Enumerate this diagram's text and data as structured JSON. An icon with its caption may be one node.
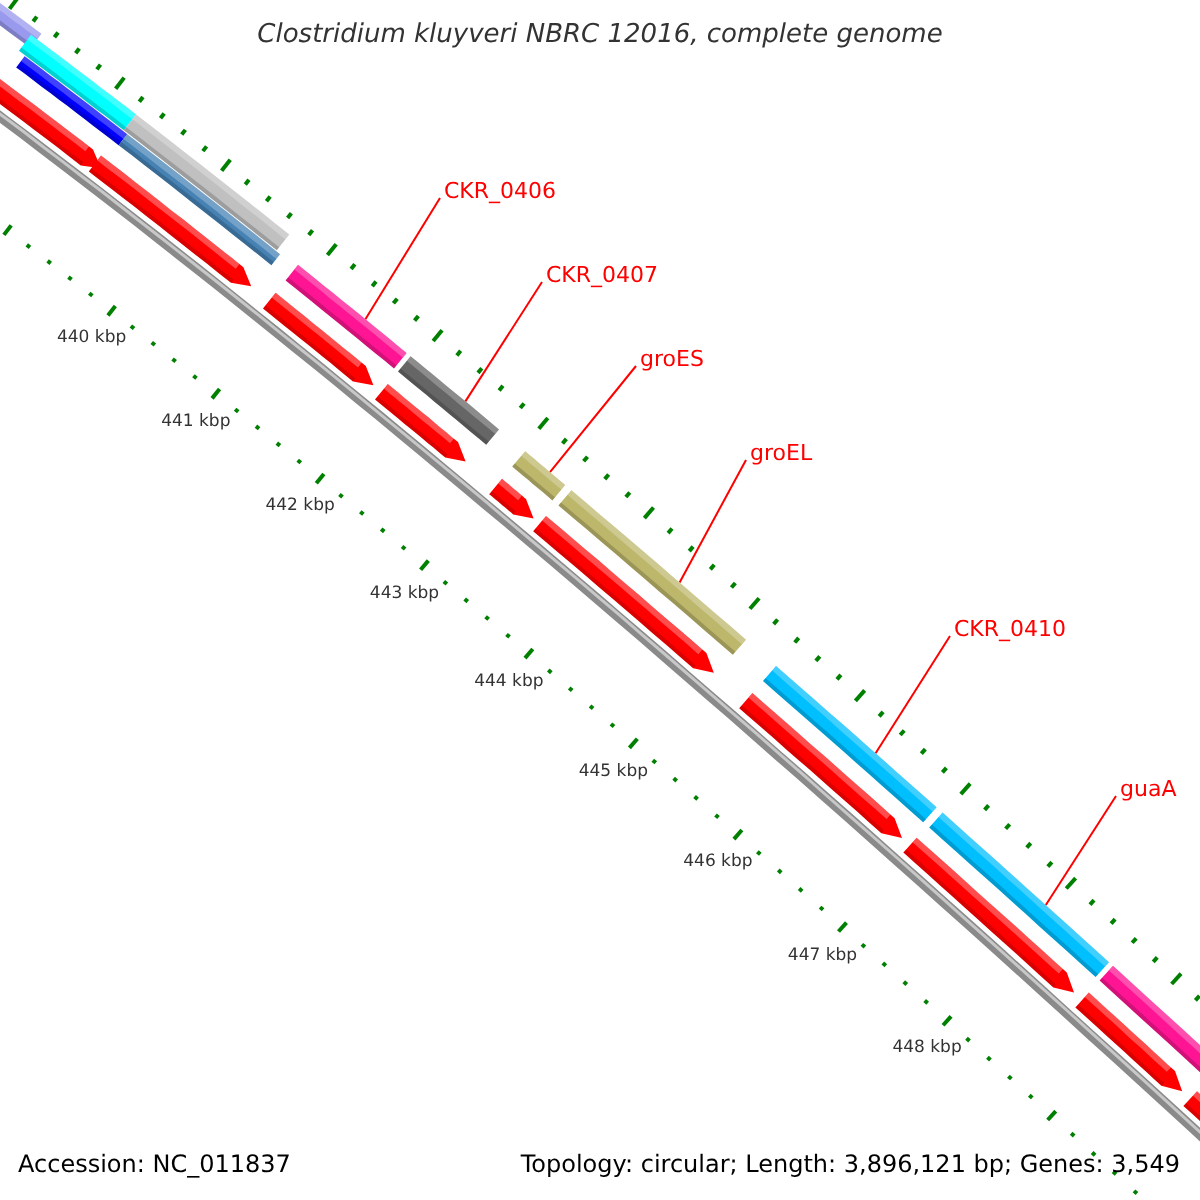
{
  "diagram": {
    "title": "Clostridium kluyveri NBRC 12016, complete genome",
    "nodes": [
      {
        "text": [
          "CKR_0406"
        ]
      },
      {
        "text": [
          "CKR_0407"
        ]
      },
      {
        "text": [
          "groES"
        ]
      },
      {
        "text": [
          "groEL"
        ]
      },
      {
        "text": [
          "CKR_0410"
        ]
      },
      {
        "text": [
          "guaA"
        ]
      },
      {
        "text": [],
        "shape": "bar"
      },
      {
        "text": [],
        "shape": "bar"
      },
      {
        "text": [],
        "shape": "bar"
      },
      {
        "text": [],
        "shape": "bar"
      },
      {
        "text": [],
        "shape": "bar"
      },
      {
        "text": [],
        "shape": "bar"
      }
    ],
    "edges": [
      {
        "from": 0,
        "to": 6,
        "arrow": "none"
      },
      {
        "from": 1,
        "to": 7,
        "arrow": "none"
      },
      {
        "from": 2,
        "to": 8,
        "arrow": "none"
      },
      {
        "from": 3,
        "to": 9,
        "arrow": "none"
      },
      {
        "from": 4,
        "to": 10,
        "arrow": "none"
      },
      {
        "from": 5,
        "to": 11,
        "arrow": "none"
      }
    ],
    "labels": [
      "440 kbp",
      "441 kbp",
      "442 kbp",
      "443 kbp",
      "444 kbp",
      "445 kbp",
      "446 kbp",
      "447 kbp",
      "448 kbp",
      "Accession: NC_011837",
      "Topology: circular; Length: 3,896,121 bp; Genes: 3,549"
    ]
  }
}
